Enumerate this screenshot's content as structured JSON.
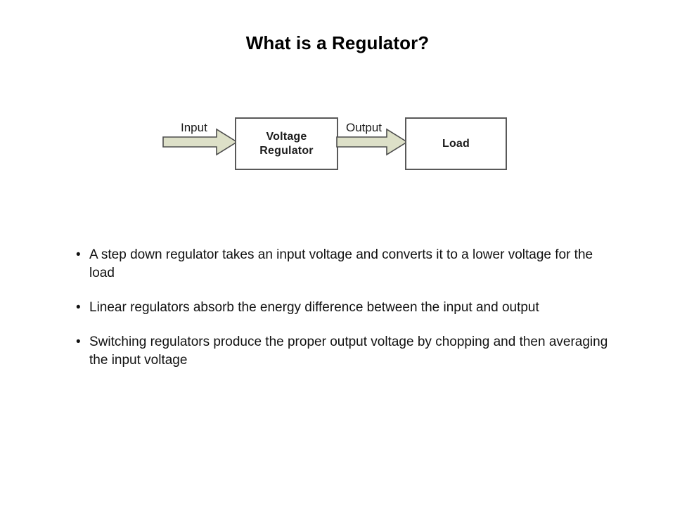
{
  "slide": {
    "title": "What is a Regulator?",
    "background_color": "#ffffff"
  },
  "diagram": {
    "type": "block-diagram",
    "arrow_fill_color": "#dde0c8",
    "arrow_stroke_color": "#4d4d4d",
    "box_border_color": "#595959",
    "box_fill_color": "#ffffff",
    "labels": {
      "input": "Input",
      "output": "Output"
    },
    "blocks": [
      {
        "id": "voltage-regulator",
        "line1": "Voltage",
        "line2": "Regulator"
      },
      {
        "id": "load",
        "line1": "Load"
      }
    ]
  },
  "bullets": [
    {
      "marker": "•",
      "text": "A step down regulator takes an input voltage and converts it to a lower voltage for the load"
    },
    {
      "marker": "•",
      "text": "Linear regulators absorb the energy difference between the input and output"
    },
    {
      "marker": "•",
      "text": "Switching regulators produce the proper output voltage by chopping and then averaging the input voltage"
    }
  ]
}
